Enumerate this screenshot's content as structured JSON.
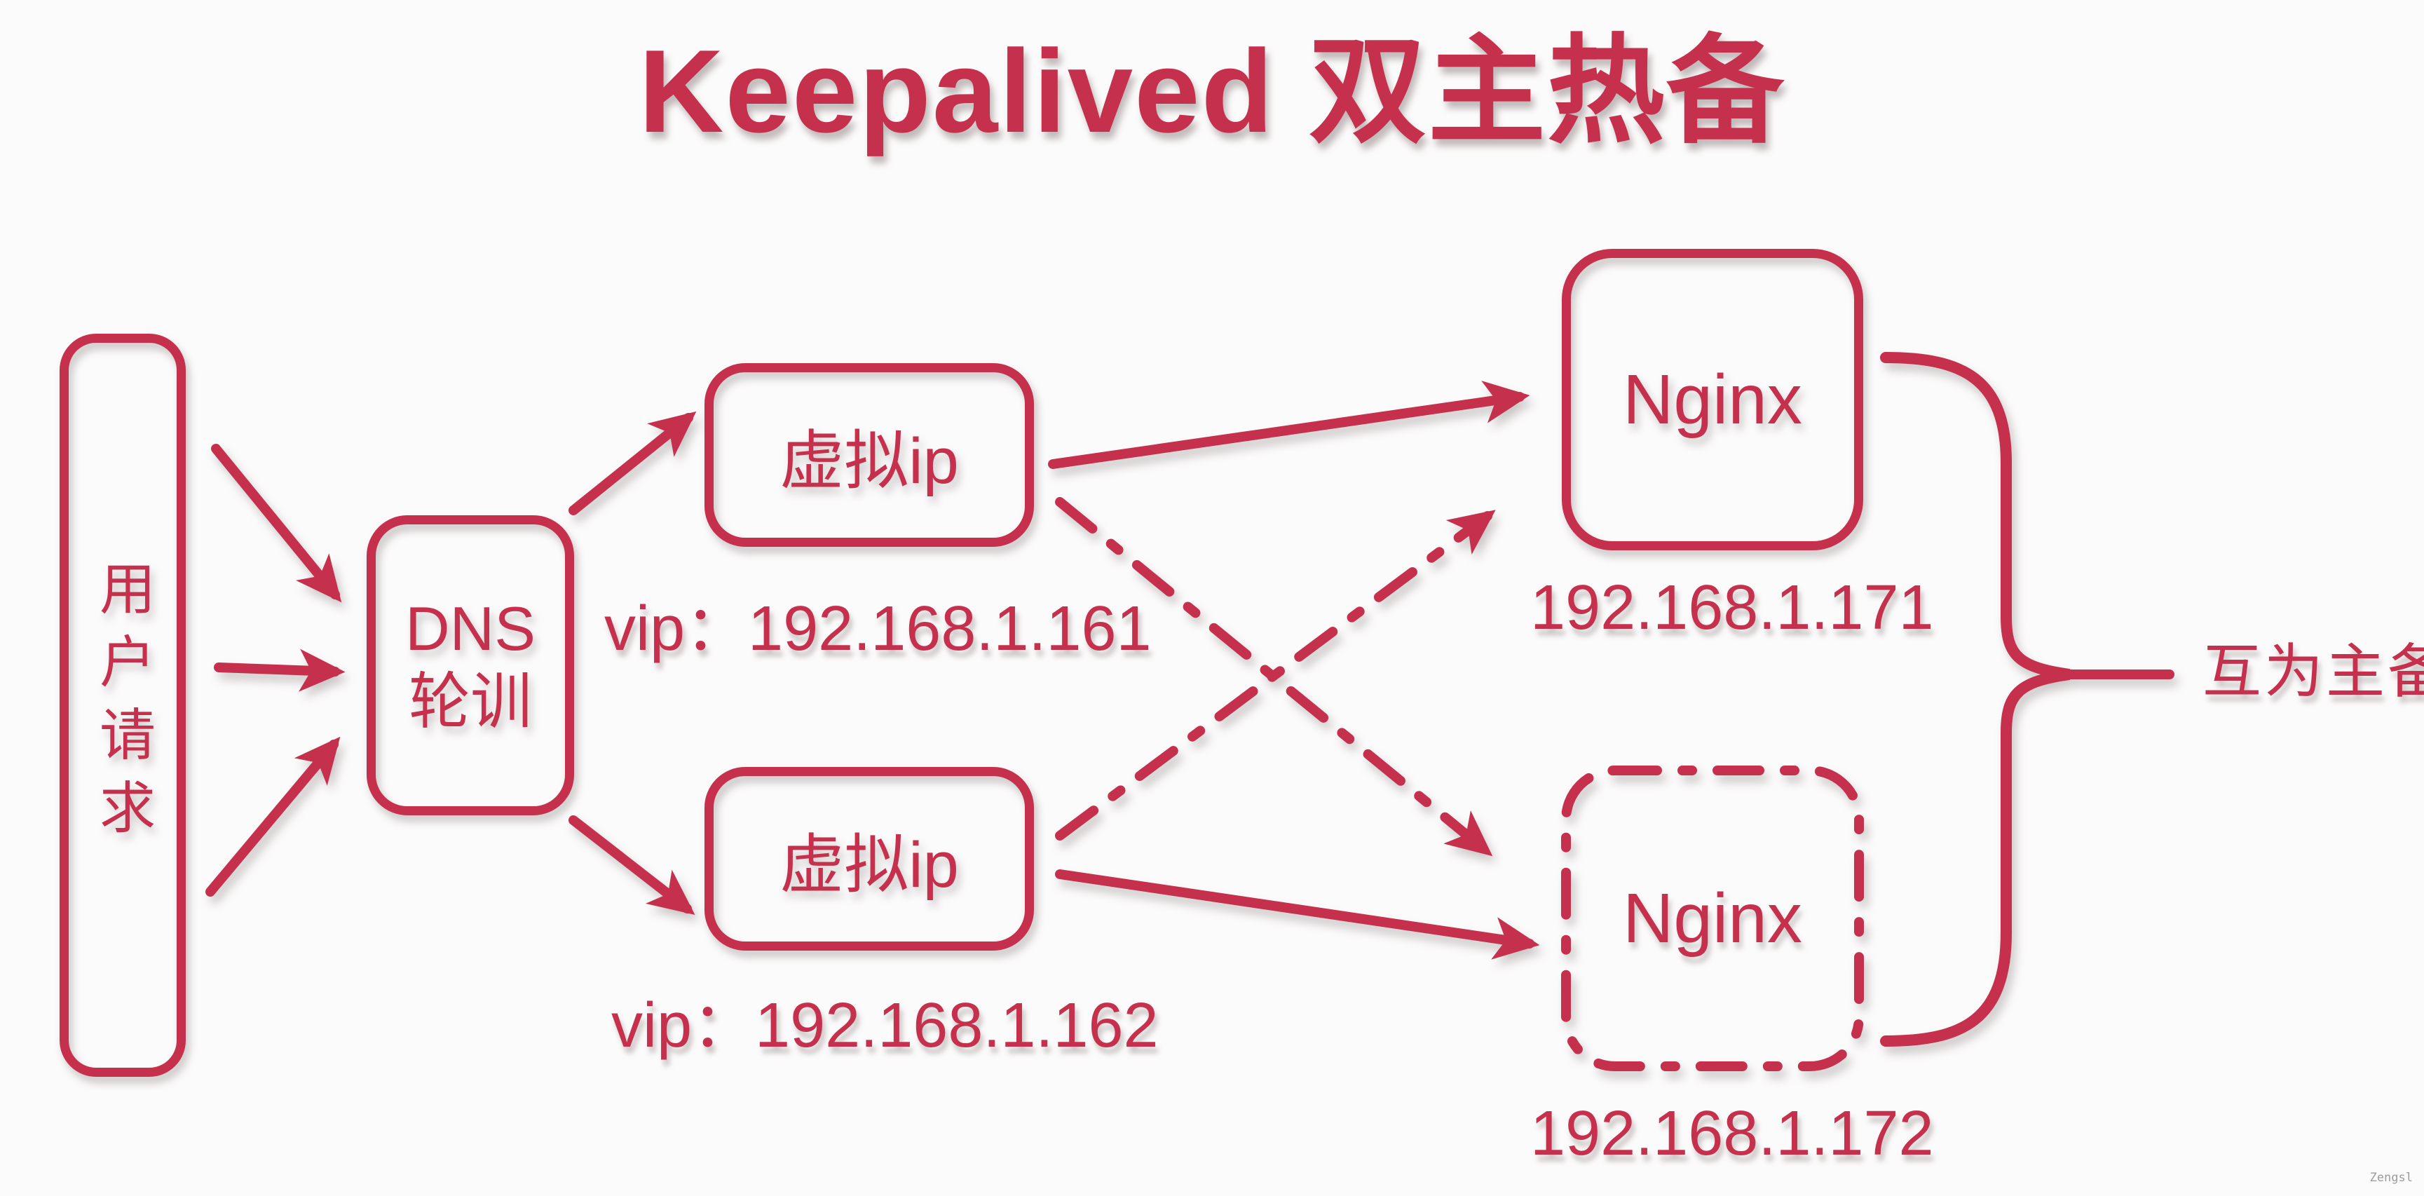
{
  "title": "Keepalived 双主热备",
  "colors": {
    "accent": "#C5314D",
    "watermark": "#9C9C9C",
    "background": "#FCFBFB"
  },
  "nodes": {
    "user_request": {
      "label": "用户请求"
    },
    "dns": {
      "line1": "DNS",
      "line2": "轮训"
    },
    "vip_top": {
      "label": "虚拟ip",
      "caption": "vip：192.168.1.161"
    },
    "vip_bottom": {
      "label": "虚拟ip",
      "caption": "vip：192.168.1.162"
    },
    "nginx_top": {
      "label": "Nginx",
      "ip": "192.168.1.171"
    },
    "nginx_bottom": {
      "label": "Nginx",
      "ip": "192.168.1.172"
    }
  },
  "annotations": {
    "brace_label": "互为主备",
    "watermark": "Zengsl"
  }
}
